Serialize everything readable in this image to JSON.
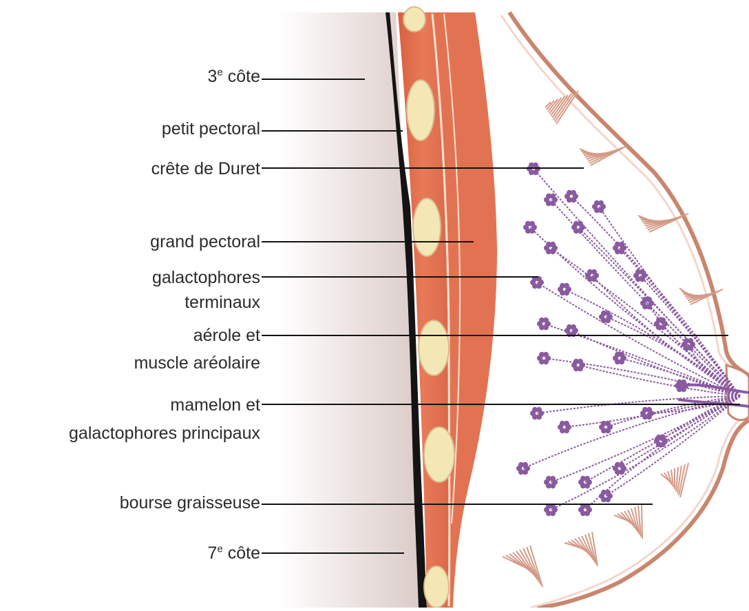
{
  "labels": {
    "rib3": {
      "num": "3",
      "sup": "e",
      "text": " côte"
    },
    "petit_pectoral": "petit pectoral",
    "crete_duret": "crête de Duret",
    "grand_pectoral": "grand pectoral",
    "galactophores_terminaux": [
      "galactophores",
      "terminaux"
    ],
    "areole": [
      "aérole et",
      "muscle aréolaire"
    ],
    "mamelon": [
      "mamelon et",
      "galactophores principaux"
    ],
    "bourse": "bourse graisseuse",
    "rib7": {
      "num": "7",
      "sup": "e",
      "text": " côte"
    }
  },
  "colors": {
    "rib_cage": "#e9e1df",
    "muscle": "#e06f4f",
    "muscle_light": "#f08c6a",
    "fat_lobule": "#f3e6b3",
    "gland": "#8a5aa0",
    "skin": "#c98a78",
    "ligament": "#d49a86",
    "leader_line": "#111111"
  }
}
